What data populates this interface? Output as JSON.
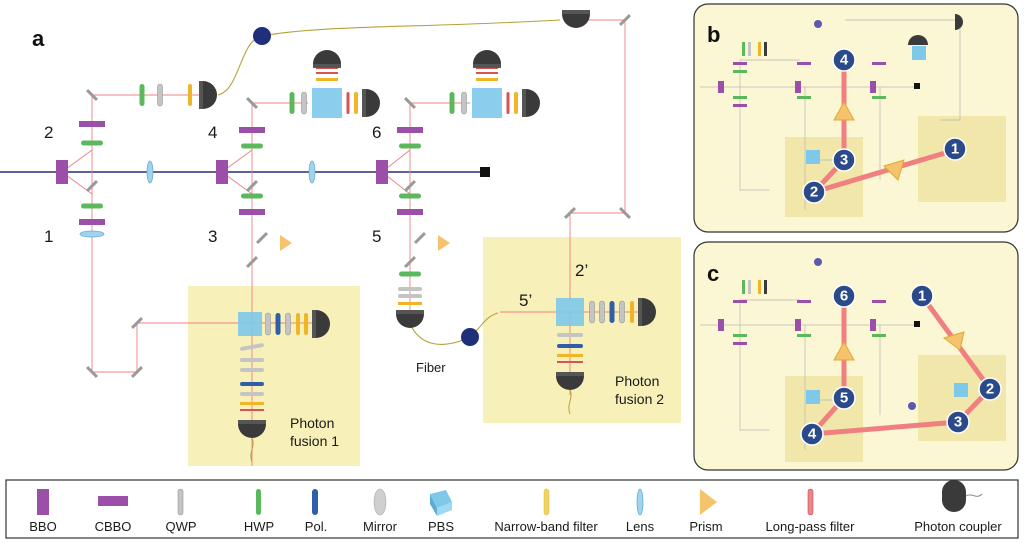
{
  "panels": {
    "a": {
      "letter": "a"
    },
    "b": {
      "letter": "b"
    },
    "c": {
      "letter": "c"
    }
  },
  "panel_a": {
    "port_labels": [
      "1",
      "2",
      "3",
      "4",
      "5",
      "6"
    ],
    "fusion_port_labels": [
      "2’",
      "5’"
    ],
    "fiber_label": "Fiber",
    "fusion1": {
      "line1": "Photon",
      "line2": "fusion 1"
    },
    "fusion2": {
      "line1": "Photon",
      "line2": "fusion 2"
    }
  },
  "panel_b": {
    "badges": [
      "1",
      "2",
      "3",
      "4"
    ]
  },
  "panel_c": {
    "badges": [
      "1",
      "2",
      "3",
      "4",
      "5",
      "6"
    ]
  },
  "legend": {
    "items": [
      {
        "label": "BBO",
        "icon": "bbo-crystal-icon"
      },
      {
        "label": "CBBO",
        "icon": "cbbo-crystal-icon"
      },
      {
        "label": "QWP",
        "icon": "qwp-icon"
      },
      {
        "label": "HWP",
        "icon": "hwp-icon"
      },
      {
        "label": "Pol.",
        "icon": "polarizer-icon"
      },
      {
        "label": "Mirror",
        "icon": "mirror-icon"
      },
      {
        "label": "PBS",
        "icon": "pbs-icon"
      },
      {
        "label": "Narrow-band filter",
        "icon": "narrow-band-filter-icon"
      },
      {
        "label": "Lens",
        "icon": "lens-icon"
      },
      {
        "label": "Prism",
        "icon": "prism-icon"
      },
      {
        "label": "Long-pass filter",
        "icon": "long-pass-filter-icon"
      },
      {
        "label": "Photon coupler",
        "icon": "photon-coupler-icon"
      }
    ]
  },
  "colors": {
    "bbo": "#9b4fa8",
    "hwp": "#5cb85c",
    "qwp": "#bdbdbd",
    "pol": "#2f5fa8",
    "pbs": "#7ec8ea",
    "narrow_band": "#f0b429",
    "lens": "#9fd3f0",
    "prism": "#f5c36b",
    "long_pass": "#d9534f",
    "coupler": "#3a3a3a",
    "fusion_bg": "#f7f0b8",
    "inset_bg": "#fbf6d4",
    "path_red": "#f08080",
    "badge": "#2a4a8a",
    "pump": "#2a2a7a",
    "fiber": "#b5a23a"
  }
}
